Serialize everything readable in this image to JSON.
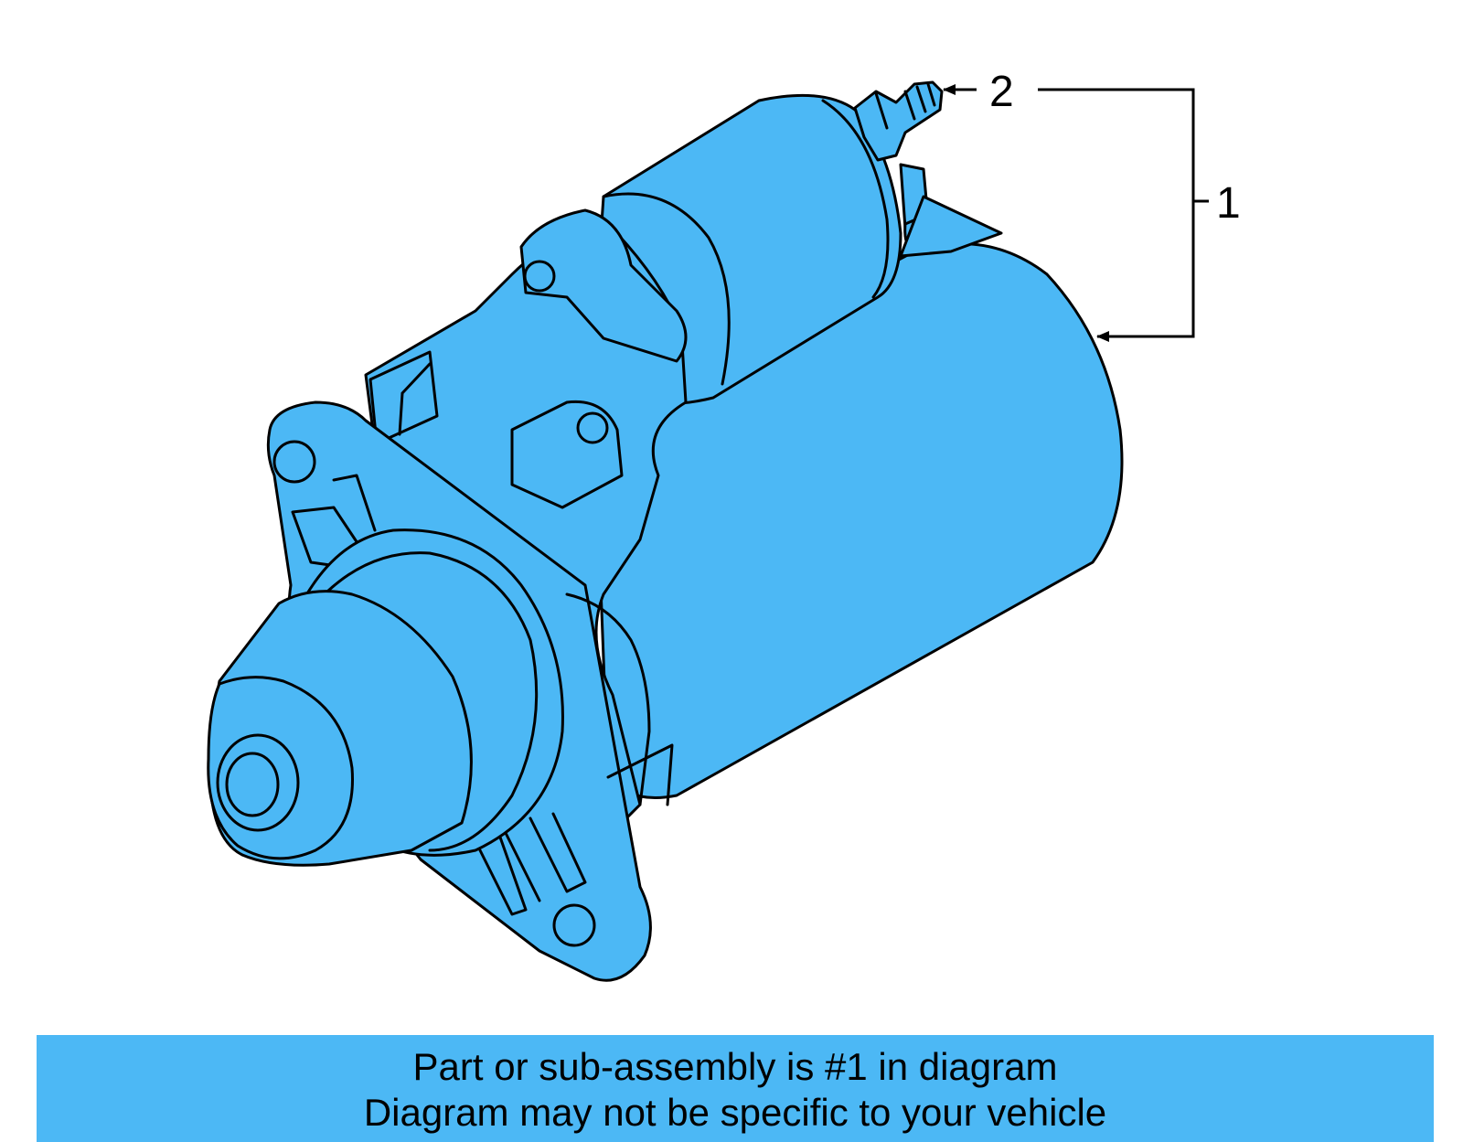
{
  "diagram": {
    "part_fill": "#4cb8f5",
    "line_color": "#000000",
    "callouts": [
      {
        "label": "1"
      },
      {
        "label": "2"
      }
    ]
  },
  "caption": {
    "line1": "Part or sub-assembly is #1 in diagram",
    "line2": "Diagram may not be specific to your vehicle",
    "background": "#4cb8f5"
  }
}
